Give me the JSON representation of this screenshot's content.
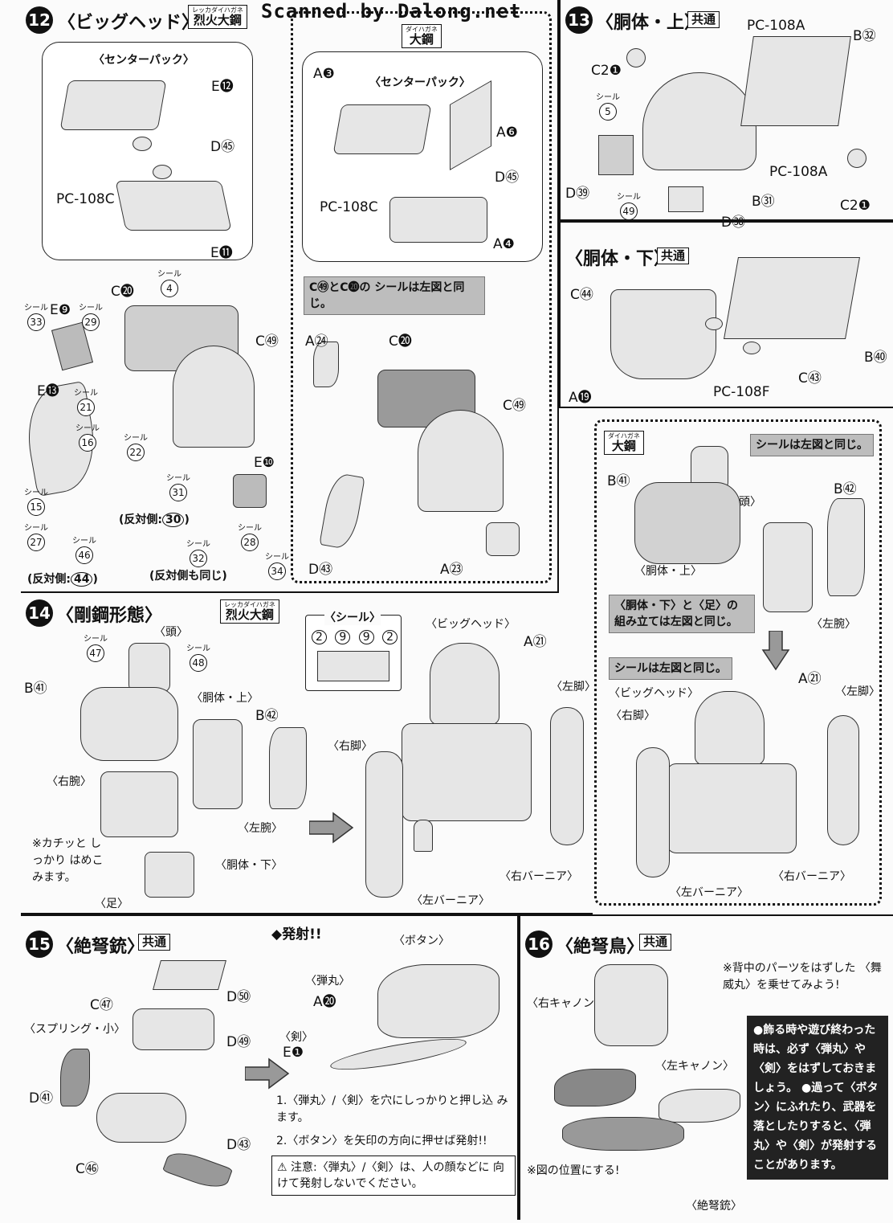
{
  "watermark": "Scanned by Dalong.net",
  "s12": {
    "num": "12",
    "title": "〈ビッグヘッド〉",
    "tag_small": "レッカダイハガネ",
    "tag_big": "烈火大鋼",
    "center_pack": "〈センターパック〉",
    "parts": [
      "E⓬",
      "D㊺",
      "PC-108C",
      "E⓫",
      "E❾",
      "C⓴",
      "C㊾",
      "E⓭",
      "E❿"
    ],
    "stickers": [
      "4",
      "33",
      "29",
      "21",
      "16",
      "22",
      "31",
      "30",
      "15",
      "27",
      "46",
      "44",
      "32",
      "28",
      "34"
    ],
    "sticker_label": "シール",
    "opposite": "(反対側:",
    "opposite_same": "(反対側も同じ)"
  },
  "s12b": {
    "tag_small": "ダイハガネ",
    "tag_big": "大鋼",
    "center_pack": "〈センターパック〉",
    "note": "C㊾とC⓴の シールは左図と同じ。",
    "parts": [
      "A❸",
      "A❻",
      "D㊺",
      "PC-108C",
      "A❹",
      "A㉔",
      "C⓴",
      "C㊾",
      "D㊸",
      "A㉓"
    ]
  },
  "s13": {
    "num": "13",
    "title_upper": "〈胴体・上〉",
    "title_lower": "〈胴体・下〉",
    "common": "共通",
    "parts_upper": [
      "PC-108A",
      "B㉜",
      "C2❶",
      "D㊴",
      "B㉛",
      "PC-108A",
      "C2❶",
      "D㊳"
    ],
    "stickers_upper": [
      "5",
      "49"
    ],
    "parts_lower": [
      "C㊹",
      "B㊵",
      "A⓳",
      "C㊸",
      "PC-108F"
    ]
  },
  "s14": {
    "num": "14",
    "title": "〈剛鋼形態〉",
    "tag_small": "レッカダイハガネ",
    "tag_big": "烈火大鋼",
    "labels": [
      "〈頭〉",
      "〈胴体・上〉",
      "〈右腕〉",
      "〈左腕〉",
      "〈胴体・下〉",
      "〈足〉"
    ],
    "parts": [
      "B㊶",
      "B㊷"
    ],
    "stickers": [
      "47",
      "48"
    ],
    "click_note": "※カチッと しっかり はめこみます。",
    "seal_box": "〈シール〉",
    "seal_nums": [
      "2",
      "9",
      "9",
      "2"
    ],
    "big_head": "〈ビッグヘッド〉",
    "a21": "A㉑",
    "left_leg": "〈左脚〉",
    "right_leg": "〈右脚〉",
    "left_vernier": "〈左バーニア〉",
    "right_vernier": "〈右バーニア〉"
  },
  "s14b": {
    "tag_small": "ダイハガネ",
    "tag_big": "大鋼",
    "note1": "シールは左図と同じ。",
    "labels": [
      "〈頭〉",
      "〈胴体・上〉",
      "〈左腕〉"
    ],
    "parts": [
      "B㊶",
      "B㊷"
    ],
    "note2": "〈胴体・下〉と〈足〉の 組み立ては左図と同じ。",
    "note3": "シールは左図と同じ。",
    "big_head": "〈ビッグヘッド〉",
    "a21": "A㉑",
    "left_leg": "〈左脚〉",
    "right_leg": "〈右脚〉",
    "left_vernier": "〈左バーニア〉",
    "right_vernier": "〈右バーニア〉"
  },
  "s15": {
    "num": "15",
    "title": "〈絶弩銃〉",
    "common": "共通",
    "parts": [
      "D㊿",
      "C㊼",
      "D㊾",
      "D㊶",
      "C㊻",
      "D㊸"
    ],
    "spring": "〈スプリング・小〉",
    "fire": "◆発射!!",
    "button": "〈ボタン〉",
    "bullet": "〈弾丸〉",
    "sword": "〈剣〉",
    "a20": "A⓴",
    "e1": "E❶",
    "step1": "1.〈弾丸〉/〈剣〉を穴にしっかりと押し込 みます。",
    "step2": "2.〈ボタン〉を矢印の方向に押せば発射!!",
    "warning": "注意:〈弾丸〉/〈剣〉は、人の顔などに 向けて発射しないでください。"
  },
  "s16": {
    "num": "16",
    "title": "〈絶弩鳥〉",
    "common": "共通",
    "note": "※背中のパーツをはずした 〈舞威丸〉を乗せてみよう!",
    "right_cannon": "〈右キャノン〉",
    "left_cannon": "〈左キャノン〉",
    "position_note": "※図の位置にする!",
    "gun": "〈絶弩銃〉",
    "caution": "●飾る時や遊び終わった時は、必ず〈弾丸〉や〈剣〉をはずしておきましょう。 ●過って〈ボタン〉にふれたり、武器を落としたりすると、〈弾丸〉や〈剣〉が発射することがあります。"
  }
}
